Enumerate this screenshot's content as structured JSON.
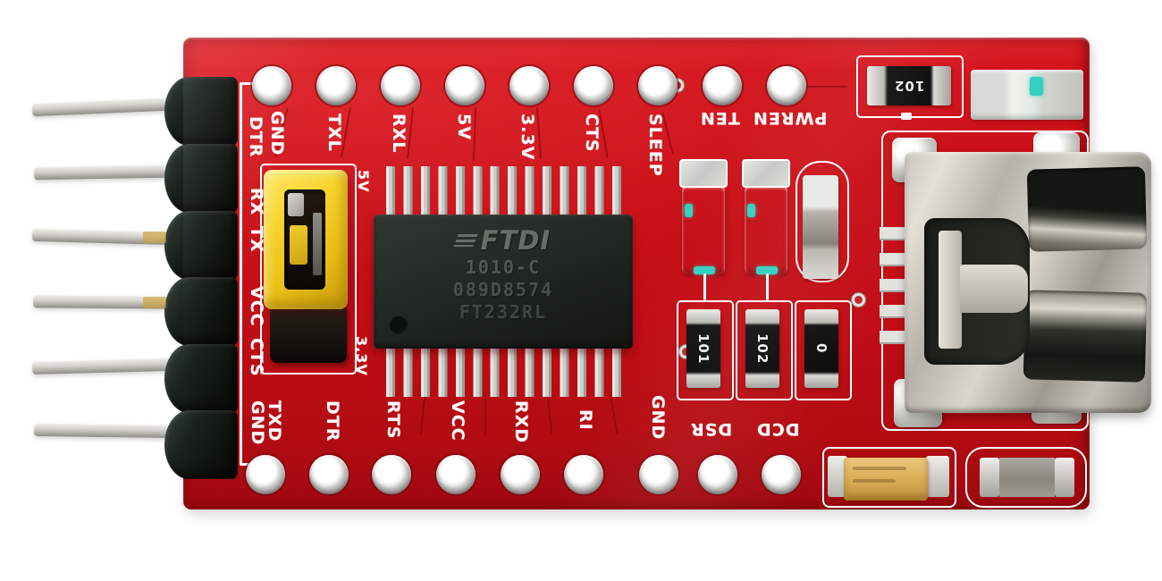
{
  "subject": "FTDI FT232RL USB-to-TTL serial adapter board, red PCB, top view",
  "colors": {
    "pcb_red": "#c81017",
    "silkscreen_white": "#ffffff",
    "jumper_yellow": "#f2ce2a",
    "chip_body_black": "#20261f",
    "metal_silver": "#cfcdc8",
    "led_teal": "#38cfc0",
    "tantalum_tan": "#d8ab55"
  },
  "silkscreen": {
    "top_row": [
      "GND",
      "TXL",
      "RXL",
      "5V",
      "3.3V",
      "CTS",
      "SLEEP",
      "TEN",
      "PWREN"
    ],
    "bottom_row": [
      "TXD",
      "DTR",
      "RTS",
      "VCC",
      "RXD",
      "RI",
      "GND",
      "DSR",
      "DCD"
    ],
    "left_edge": [
      "DTR",
      "RX",
      "TX",
      "VCC",
      "CTS",
      "GND"
    ],
    "jumper_upper": "5V",
    "jumper_lower": "3.3V"
  },
  "chip": {
    "brand": "FTDI",
    "date_code": "1010-C",
    "lot_code": "089D8574",
    "part_number": "FT232RL"
  },
  "component_markings": {
    "resistor_top_right": "102",
    "resistor_left": "101",
    "resistor_middle": "102",
    "resistor_right": "0"
  }
}
